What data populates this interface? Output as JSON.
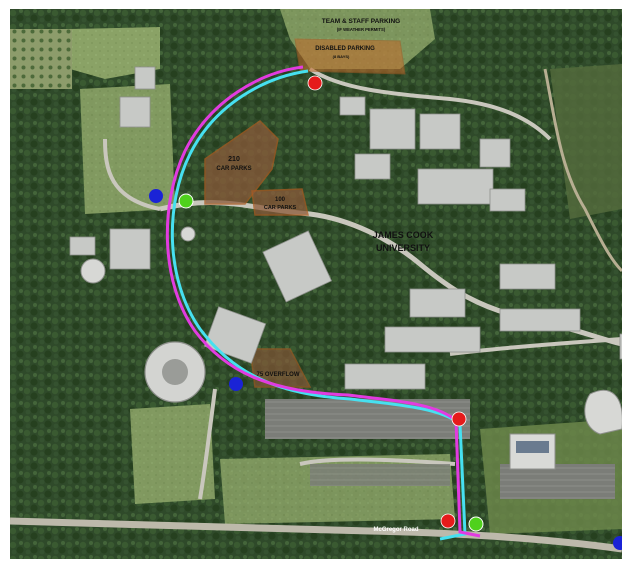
{
  "map": {
    "labels": {
      "team_staff_parking": "TEAM & STAFF PARKING",
      "team_staff_sub": "(IF WEATHER PERMITS)",
      "disabled_parking": "DISABLED PARKING",
      "disabled_sub": "(8 BAYS)",
      "car_parks_210_num": "210",
      "car_parks_210_text": "CAR PARKS",
      "car_parks_100_num": "100",
      "car_parks_100_text": "CAR PARKS",
      "university_line1": "JAMES COOK",
      "university_line2": "UNIVERSITY",
      "overflow": "75 OVERFLOW",
      "road": "McGregor Road"
    },
    "colors": {
      "route_magenta": "#e23be0",
      "route_cyan": "#46e0f0",
      "marker_red": "#e51b1b",
      "marker_green": "#4fd11c",
      "marker_blue": "#1a23d6",
      "parking_zone": "#c46a2a"
    }
  }
}
